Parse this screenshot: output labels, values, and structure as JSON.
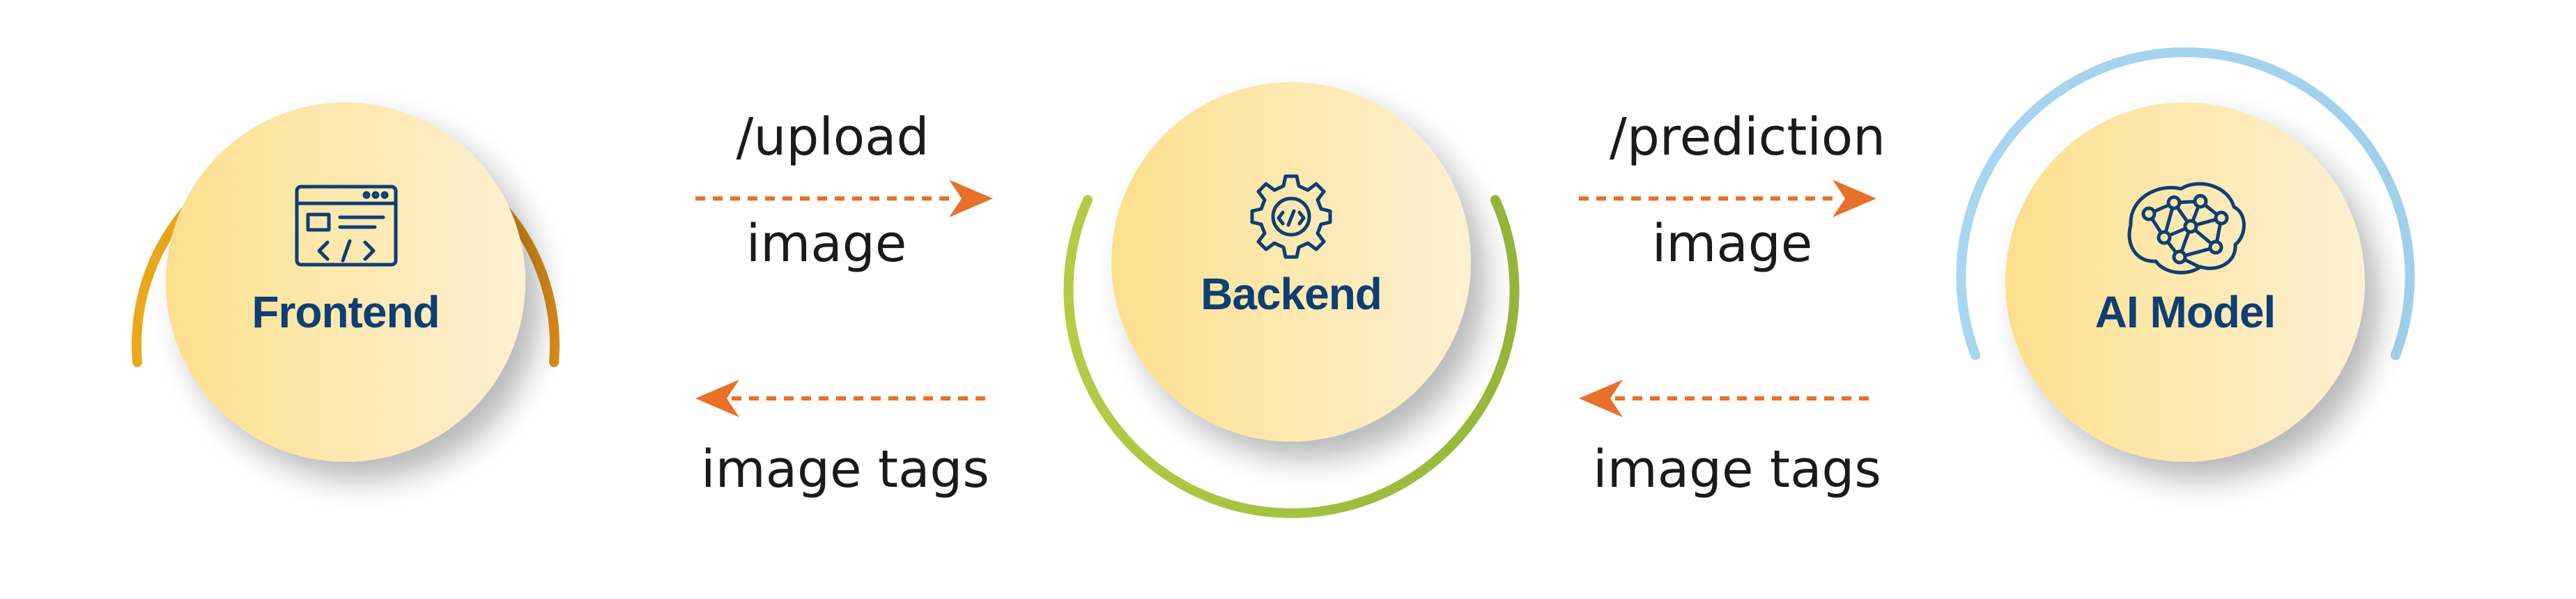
{
  "nodes": {
    "frontend": {
      "label": "Frontend",
      "icon": "code-window-icon",
      "ring_color": "#e9a01f"
    },
    "backend": {
      "label": "Backend",
      "icon": "gear-code-icon",
      "ring_color": "#a9c440"
    },
    "ai_model": {
      "label": "AI Model",
      "icon": "neural-network-icon",
      "ring_color": "#a7d4ee"
    }
  },
  "edges": {
    "frontend_to_backend": {
      "top_label": "/upload",
      "bottom_label": "image"
    },
    "backend_to_frontend": {
      "label": "image tags"
    },
    "backend_to_ai": {
      "top_label": "/prediction",
      "bottom_label": "image"
    },
    "ai_to_backend": {
      "label": "image tags"
    }
  },
  "colors": {
    "arrow": "#e8702a",
    "node_text": "#0d3f73",
    "circle_fill_start": "#fde08d",
    "circle_fill_end": "#fdf0d2"
  }
}
